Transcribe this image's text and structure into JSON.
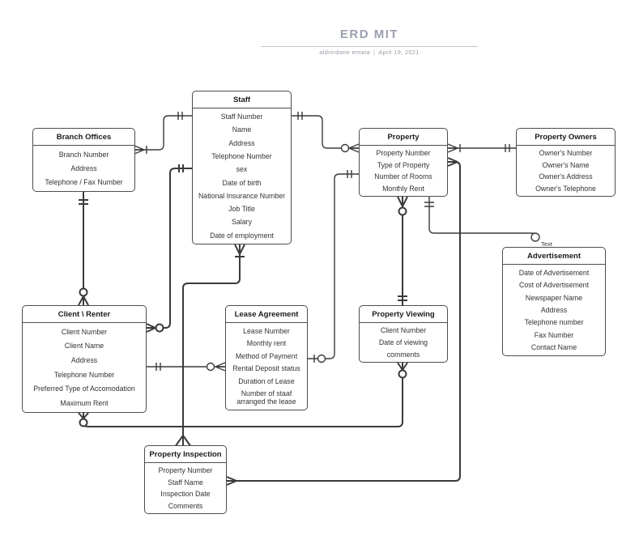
{
  "header": {
    "title": "ERD MIT",
    "byline": "aldrindane emata",
    "separator": "|",
    "date": "April 19, 2021"
  },
  "entities": [
    {
      "id": "staff",
      "title": "Staff",
      "attributes": [
        "Staff Number",
        "Name",
        "Address",
        "Telephone Number",
        "sex",
        "Date of birth",
        "National Insurance Number",
        "Job Title",
        "Salary",
        "Date of employment"
      ]
    },
    {
      "id": "branch_offices",
      "title": "Branch Offices",
      "attributes": [
        "Branch Number",
        "Address",
        "Telephone / Fax Number"
      ]
    },
    {
      "id": "property",
      "title": "Property",
      "attributes": [
        "Property Number",
        "Type of Property",
        "Number of Rooms",
        "Monthly Rent"
      ]
    },
    {
      "id": "property_owners",
      "title": "Property Owners",
      "attributes": [
        "Owner's Number",
        "Owner's Name",
        "Owner's  Address",
        "Owner's Telephone"
      ]
    },
    {
      "id": "client_renter",
      "title": "Client \\ Renter",
      "attributes": [
        "Client Number",
        "Client Name",
        "Address",
        "Telephone Number",
        "Preferred Type of Accomodation",
        "Maximum Rent"
      ]
    },
    {
      "id": "lease_agreement",
      "title": "Lease Agreement",
      "attributes": [
        "Lease Number",
        "Monthly rent",
        "Method of Payment",
        "Rental Deposit status",
        "Duration of Lease",
        "Number of staaf arranged the lease"
      ]
    },
    {
      "id": "property_viewing",
      "title": "Property Viewing",
      "attributes": [
        "Client Number",
        "Date of viewing",
        "comments"
      ]
    },
    {
      "id": "advertisement",
      "title": "Advertisement",
      "attributes": [
        "Date of Advertisement",
        "Cost of Advertisement",
        "Newspaper Name",
        "Address",
        "Telephone number",
        "Fax Number",
        "Contact Name"
      ]
    },
    {
      "id": "property_inspection",
      "title": "Property Inspection",
      "attributes": [
        "Property Number",
        "Staff Name",
        "Inspection Date",
        "Comments"
      ]
    }
  ],
  "labels": {
    "advertisement_connector": "Text"
  },
  "relationships": [
    {
      "from": "branch_offices",
      "to": "staff",
      "from_cardinality": "one-or-many (crowfoot+bar)",
      "to_cardinality": "one-and-only-one (double bar)"
    },
    {
      "from": "branch_offices",
      "to": "client_renter",
      "from_cardinality": "one-and-only-one",
      "to_cardinality": "zero-or-many (circle+crowfoot)"
    },
    {
      "from": "staff",
      "to": "client_renter",
      "from_cardinality": "one-and-only-one",
      "to_cardinality": "zero-or-many"
    },
    {
      "from": "staff",
      "to": "property",
      "from_cardinality": "one-and-only-one",
      "to_cardinality": "zero-or-many"
    },
    {
      "from": "staff",
      "to": "property_inspection",
      "from_cardinality": "one-or-many",
      "to_cardinality": "many (crowfoot)"
    },
    {
      "from": "client_renter",
      "to": "lease_agreement",
      "from_cardinality": "one-and-only-one",
      "to_cardinality": "zero-or-many"
    },
    {
      "from": "property",
      "to": "lease_agreement",
      "from_cardinality": "one-and-only-one",
      "to_cardinality": "zero-or-one (bar+circle)"
    },
    {
      "from": "property",
      "to": "property_owners",
      "from_cardinality": "one-or-many (crowfoot+bar)",
      "to_cardinality": "one-and-only-one"
    },
    {
      "from": "property",
      "to": "property_inspection",
      "from_cardinality": "many (crowfoot)",
      "to_cardinality": "many (crowfoot)"
    },
    {
      "from": "property",
      "to": "property_viewing",
      "from_cardinality": "zero-or-many",
      "to_cardinality": "one-and-only-one"
    },
    {
      "from": "property",
      "to": "advertisement",
      "from_cardinality": "one-and-only-one",
      "to_cardinality": "zero (circle endpoint labeled Text)"
    },
    {
      "from": "client_renter",
      "to": "property_viewing",
      "from_cardinality": "zero-or-many",
      "to_cardinality": "zero-or-many"
    }
  ],
  "colors": {
    "background": "#ffffff",
    "title_text": "#9aa0af",
    "byline_text": "#9a9da8",
    "entity_border": "#4d4d4d",
    "line": "#3a3a3a"
  }
}
